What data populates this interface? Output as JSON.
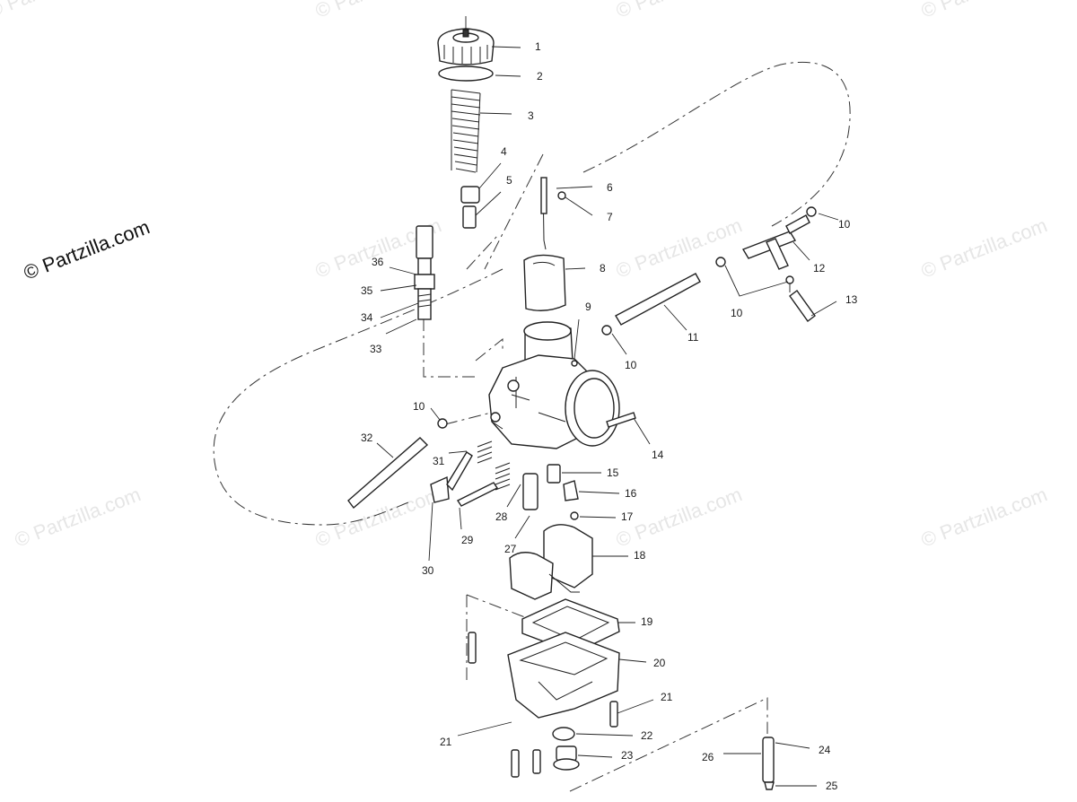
{
  "watermark": {
    "text": "© Partzilla.com",
    "color": "#e6e6e6"
  },
  "brand": {
    "text": "© Partzilla.com"
  },
  "callouts": [
    {
      "label": "1"
    },
    {
      "label": "2"
    },
    {
      "label": "3"
    },
    {
      "label": "4"
    },
    {
      "label": "5"
    },
    {
      "label": "6"
    },
    {
      "label": "7"
    },
    {
      "label": "8"
    },
    {
      "label": "9"
    },
    {
      "label": "10"
    },
    {
      "label": "10"
    },
    {
      "label": "10"
    },
    {
      "label": "10"
    },
    {
      "label": "11"
    },
    {
      "label": "12"
    },
    {
      "label": "13"
    },
    {
      "label": "14"
    },
    {
      "label": "15"
    },
    {
      "label": "16"
    },
    {
      "label": "17"
    },
    {
      "label": "18"
    },
    {
      "label": "19"
    },
    {
      "label": "20"
    },
    {
      "label": "21"
    },
    {
      "label": "21"
    },
    {
      "label": "22"
    },
    {
      "label": "23"
    },
    {
      "label": "24"
    },
    {
      "label": "25"
    },
    {
      "label": "26"
    },
    {
      "label": "27"
    },
    {
      "label": "28"
    },
    {
      "label": "29"
    },
    {
      "label": "30"
    },
    {
      "label": "31"
    },
    {
      "label": "32"
    },
    {
      "label": "33"
    },
    {
      "label": "34"
    },
    {
      "label": "35"
    },
    {
      "label": "36"
    }
  ]
}
